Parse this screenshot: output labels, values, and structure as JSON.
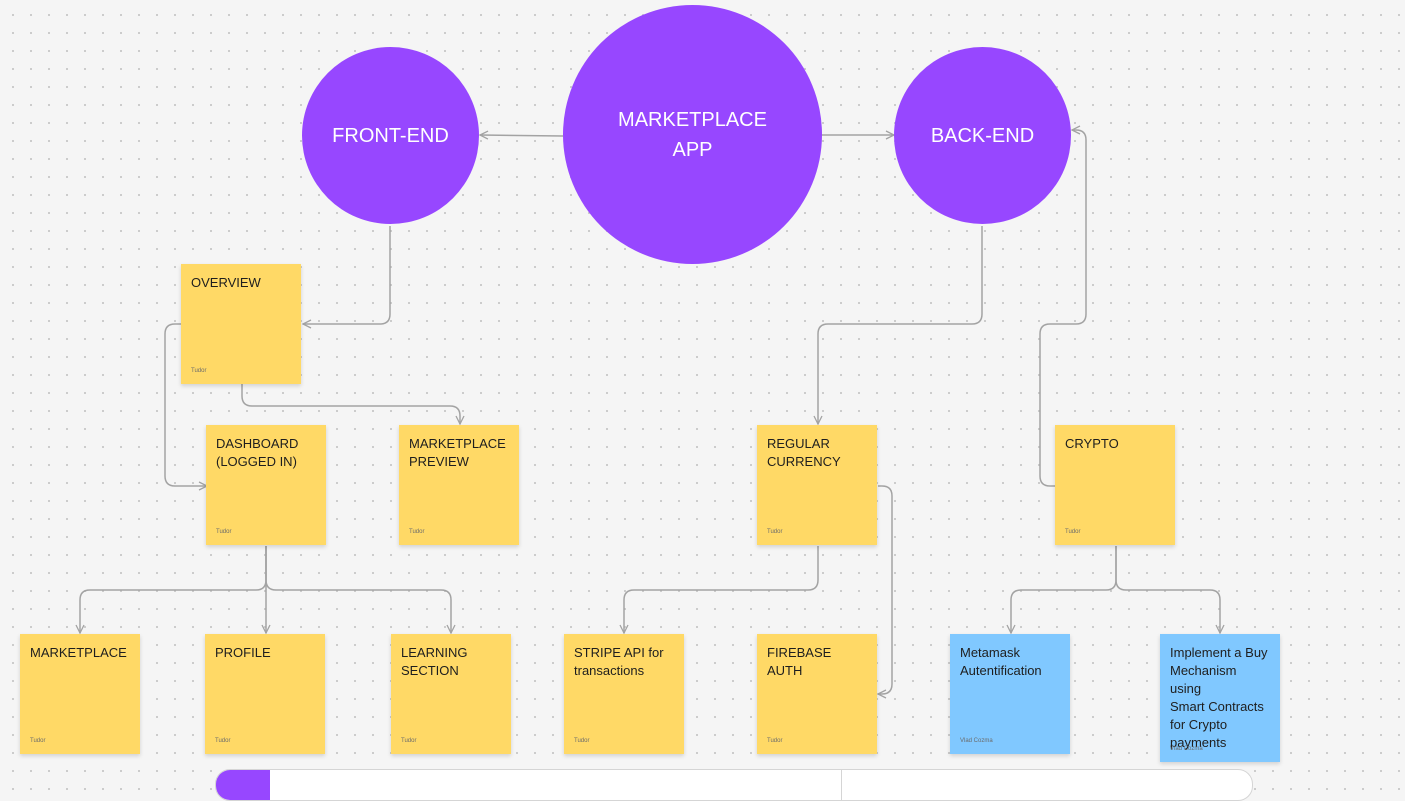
{
  "circles": {
    "marketplace_app": "MARKETPLACE\nAPP",
    "front_end": "FRONT-END",
    "back_end": "BACK-END"
  },
  "notes": {
    "overview": {
      "text": "OVERVIEW",
      "author": "Tudor"
    },
    "dashboard": {
      "text": "DASHBOARD\n(LOGGED IN)",
      "author": "Tudor"
    },
    "marketplace_preview": {
      "text": "MARKETPLACE\nPREVIEW",
      "author": "Tudor"
    },
    "regular_currency": {
      "text": "REGULAR\nCURRENCY",
      "author": "Tudor"
    },
    "crypto": {
      "text": "CRYPTO",
      "author": "Tudor"
    },
    "marketplace": {
      "text": "MARKETPLACE",
      "author": "Tudor"
    },
    "profile": {
      "text": "PROFILE",
      "author": "Tudor"
    },
    "learning": {
      "text": "LEARNING\nSECTION",
      "author": "Tudor"
    },
    "stripe": {
      "text": "STRIPE API for\ntransactions",
      "author": "Tudor"
    },
    "firebase": {
      "text": "FIREBASE AUTH",
      "author": "Tudor"
    },
    "metamask": {
      "text": "Metamask\nAutentification",
      "author": "Vlad Cozma"
    },
    "buy_mechanism": {
      "text": "Implement a Buy\nMechanism using\nSmart Contracts\nfor Crypto\npayments",
      "author": "Vlad Cozma"
    }
  },
  "colors": {
    "circle": "#9747ff",
    "sticky_yellow": "#ffd966",
    "sticky_blue": "#80c8ff",
    "connector": "#a3a3a3"
  }
}
